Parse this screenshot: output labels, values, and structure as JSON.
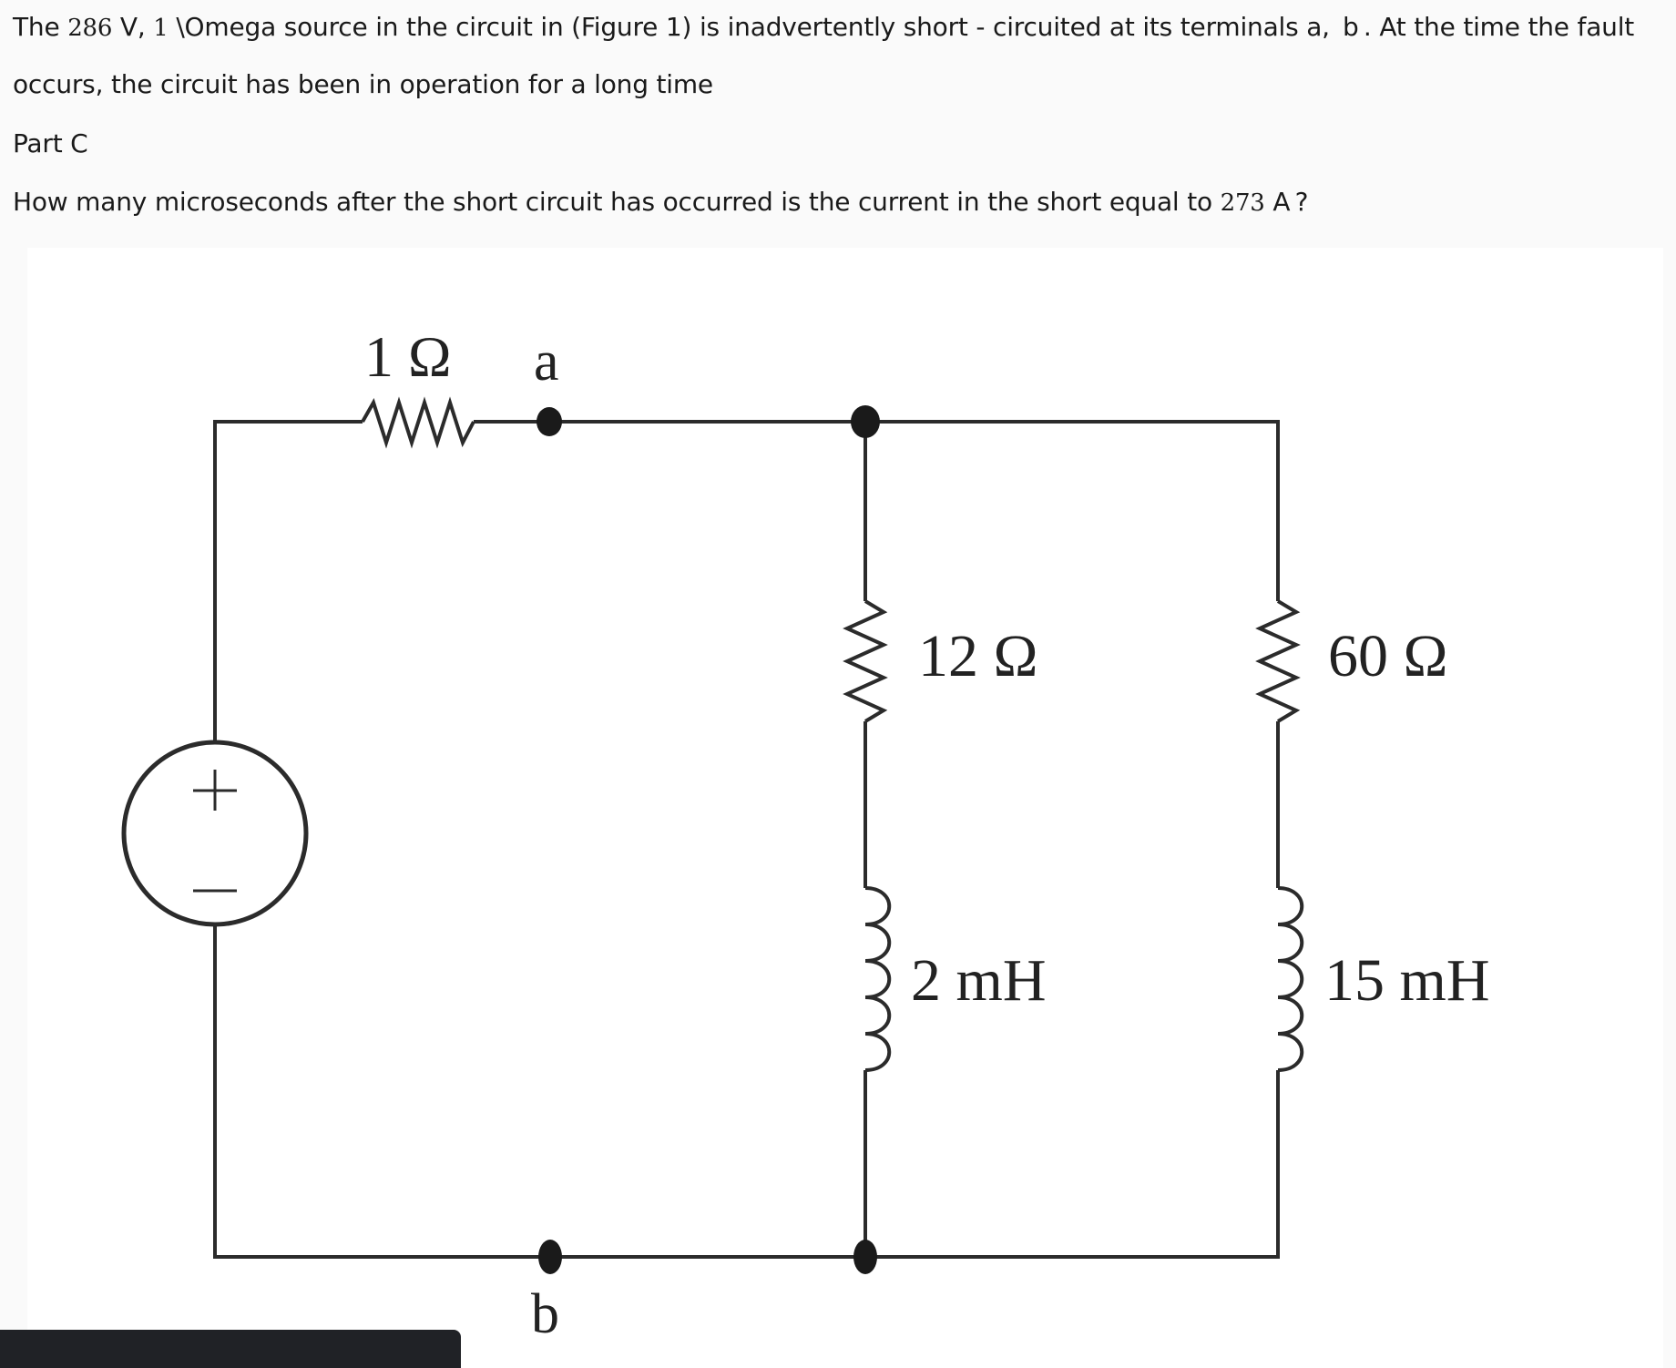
{
  "question": {
    "line1_pre": "The ",
    "line1_voltage": "286",
    "line1_mid": " V, ",
    "line1_res": "1",
    "line1_post": " \\Omega source in the circuit in (Figure 1) is inadvertently short - circuited at its terminals a,  b .  At the time the fault",
    "line2": "occurs, the circuit has been in operation for a long time",
    "part_label": "Part C",
    "prompt_pre": "How many microseconds after the short circuit has occurred is the current in the short equal to ",
    "prompt_value": "273",
    "prompt_post": "  A ?"
  },
  "figure": {
    "source_resistor_label": "1 Ω",
    "terminal_a": "a",
    "terminal_b": "b",
    "source_plus": "+",
    "source_minus": "−",
    "branch1_resistor": "12 Ω",
    "branch1_inductor": "2 mH",
    "branch2_resistor": "60 Ω",
    "branch2_inductor": "15 mH"
  },
  "colors": {
    "wire": "#2b2b2b",
    "page_bg": "#fafafa",
    "figure_bg": "#ffffff",
    "bottom_bar": "#202226"
  }
}
